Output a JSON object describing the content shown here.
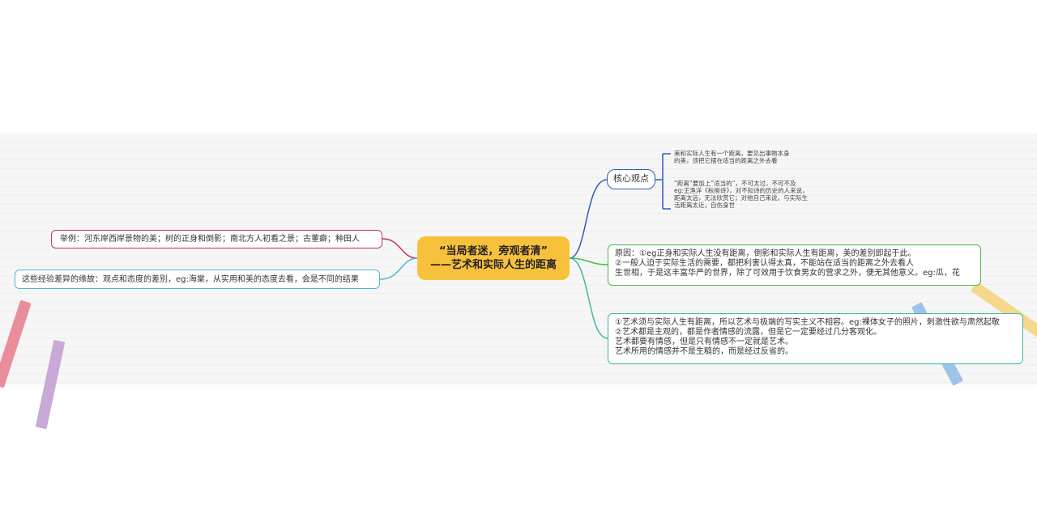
{
  "center": {
    "line1": "“当局者迷，旁观者清”",
    "line2": "——艺术和实际人生的距离"
  },
  "core": {
    "label": "核心观点",
    "notes": [
      "美和实际人生有一个距离，要见出事物本身\n的美，须把它摆在适当的距离之外去看",
      "“距离”要加上“适当的”，不可太过，不可不及\neg:王渔洋《秋柳诗》，对不知诗的历史的人来说，\n距离太远，无法欣赏它；对他自己来说，与实际生\n活距离太近，自伤身世"
    ]
  },
  "right_nodes": [
    {
      "lines": [
        "原因：①eg正身和实际人生没有距离，倒影和实际人生有距离，美的差别即起于此。",
        "②一般人迫于实际生活的需要，都把利害认得太真，不能站在适当的距离之外去看人",
        "生世相，于是这丰富华严的世界，除了可效用于饮食男女的营求之外，便无其他意义。eg:瓜，花"
      ]
    },
    {
      "lines": [
        "①艺术须与实际人生有距离，所以艺术与极端的写实主义不相容。eg:裸体女子的照片，刺激性欲与肃然起敬",
        "②艺术都是主观的，都是作者情感的流露，但是它一定要经过几分客观化。",
        "艺术都要有情感，但是只有情感不一定就是艺术。",
        "艺术所用的情感并不是生糙的，而是经过反省的。"
      ]
    }
  ],
  "left_nodes": [
    "举例：河东岸西岸景物的美；树的正身和倒影；南北方人初看之景；古董癖；种田人",
    "这些经验差异的缘故：观点和态度的差别，eg:海棠，从实用和美的态度去看，会是不同的结果"
  ],
  "colors": {
    "center": "#f8c13c",
    "core": "#2d5fb3",
    "red": "#c8344f",
    "cyan": "#4cb6d8",
    "green": "#4cbb4a",
    "teal": "#3fb8a4"
  }
}
